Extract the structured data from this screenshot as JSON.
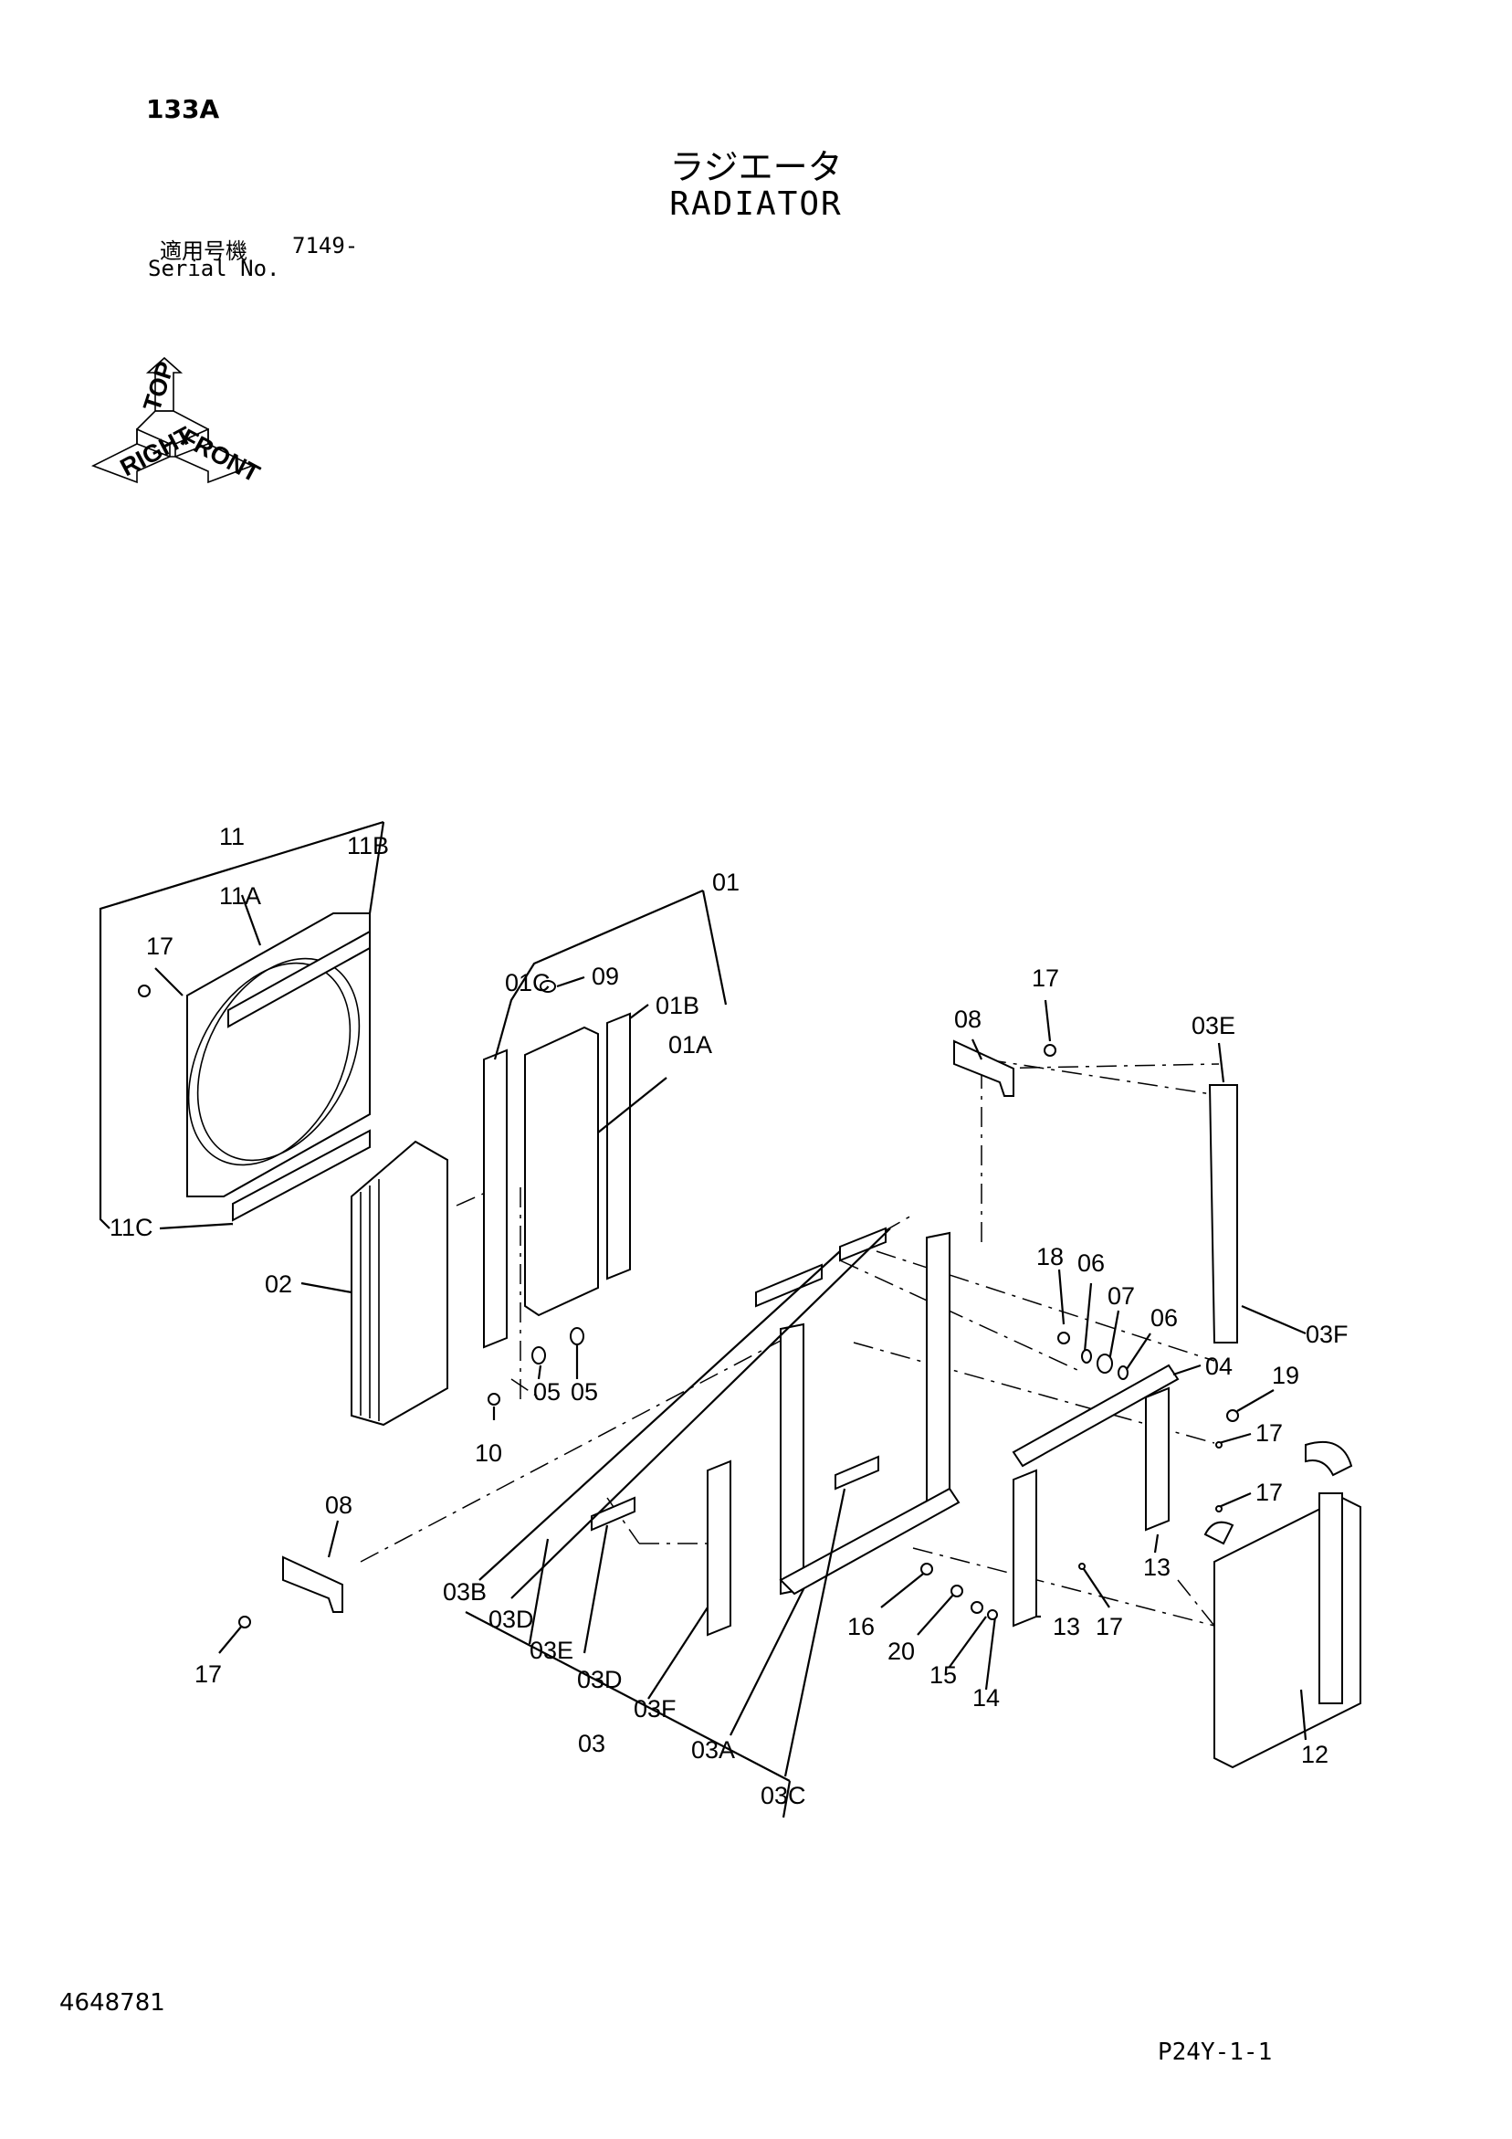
{
  "header": {
    "page_no": "133A",
    "title_jp": "ラジエータ",
    "title_en": "RADIATOR",
    "serial_label_jp": "適用号機",
    "serial_value": "7149-",
    "serial_label_en": "Serial No."
  },
  "orientation": {
    "top": "TOP",
    "front": "FRONT",
    "right": "RIGHT"
  },
  "callouts": {
    "c11": "11",
    "c11b": "11B",
    "c11a": "11A",
    "c17a": "17",
    "c11c": "11C",
    "c02": "02",
    "c01": "01",
    "c01c": "01C",
    "c09": "09",
    "c01b": "01B",
    "c01a": "01A",
    "c05a": "05",
    "c05b": "05",
    "c10": "10",
    "c17b": "17",
    "c08a": "08",
    "c03e_top": "03E",
    "c03f_top": "03F",
    "c18": "18",
    "c06a": "06",
    "c07": "07",
    "c06b": "06",
    "c04": "04",
    "c19": "19",
    "c17c": "17",
    "c17d": "17",
    "c13a": "13",
    "c13b": "13",
    "c17e": "17",
    "c08b": "08",
    "c17f": "17",
    "c03b": "03B",
    "c03d1": "03D",
    "c03e": "03E",
    "c03d2": "03D",
    "c03f": "03F",
    "c03": "03",
    "c03a": "03A",
    "c03c": "03C",
    "c16": "16",
    "c20": "20",
    "c15": "15",
    "c14": "14",
    "c12": "12"
  },
  "footer": {
    "doc_no": "4648781",
    "sheet_ref": "P24Y-1-1"
  }
}
